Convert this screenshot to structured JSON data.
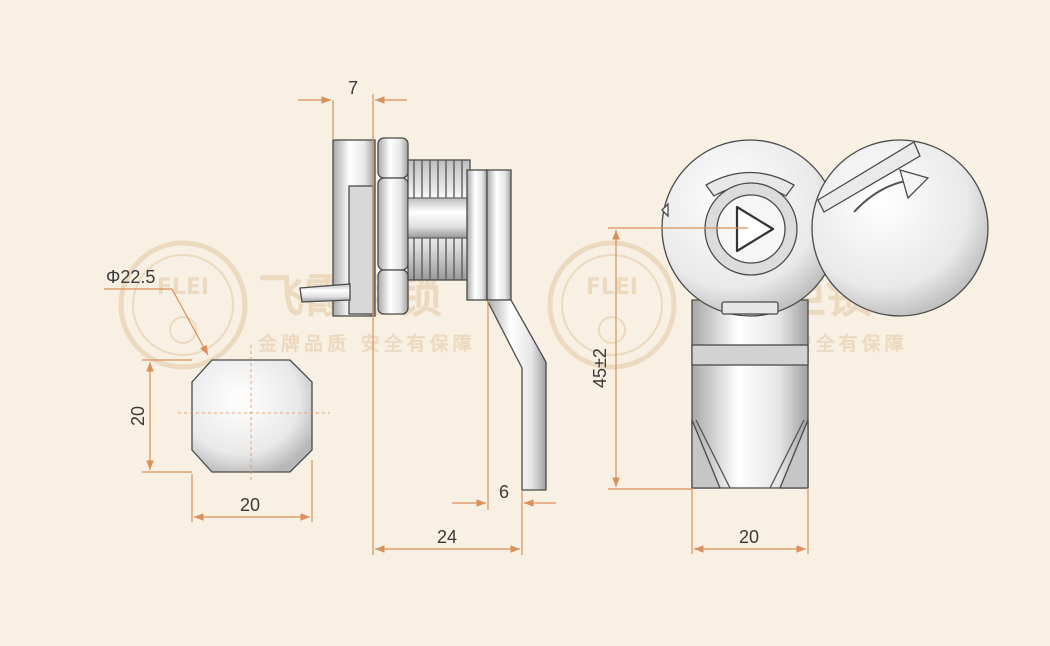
{
  "diagram": {
    "dimensions": {
      "dim_7": "7",
      "dim_phi": "Φ22.5",
      "dim_20_left_vertical": "20",
      "dim_20_left_horizontal": "20",
      "dim_6": "6",
      "dim_24": "24",
      "dim_45": "45±2",
      "dim_20_right": "20"
    },
    "watermark": {
      "brand": "FLEI",
      "brand_cn": "飞霞柜锁",
      "slogan": "金牌品质 安全有保障"
    },
    "colors": {
      "background": "#f8f0e2",
      "dimension_line": "#d9905a",
      "outline": "#4a4a4a",
      "watermark": "#ead7bd"
    }
  }
}
